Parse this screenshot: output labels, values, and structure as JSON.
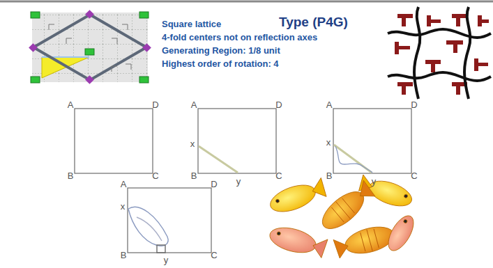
{
  "diagram": {
    "title": "Type (P4G)",
    "labels": [
      "Square lattice",
      "4-fold centers not on reflection axes",
      "Generating Region: 1/8 unit",
      "Highest order of rotation: 4",
      "A",
      "D",
      "B",
      "C",
      "A",
      "D",
      "x",
      "B",
      "y",
      "C",
      "A",
      "D",
      "x",
      "B",
      "y",
      "C",
      "A",
      "D",
      "x",
      "B",
      "y",
      "C"
    ]
  }
}
